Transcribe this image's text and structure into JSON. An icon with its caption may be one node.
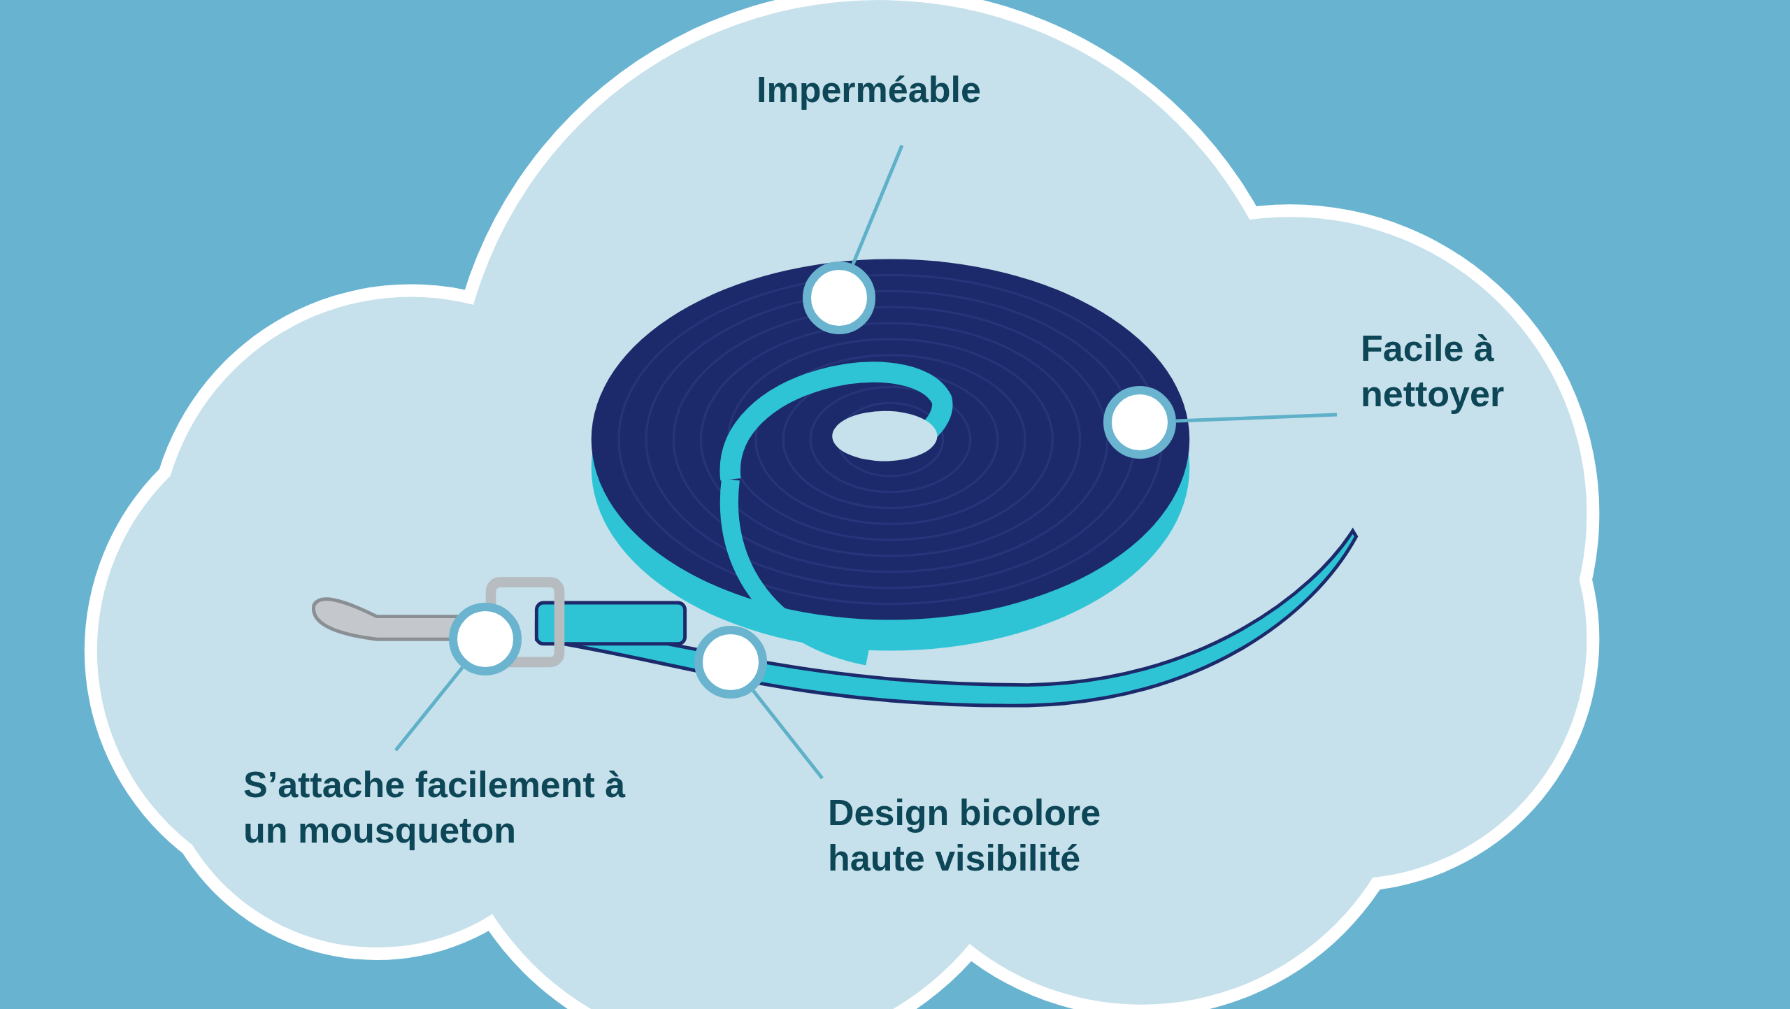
{
  "diagram": {
    "nodes": [
      {
        "text": [
          "Imperméable"
        ]
      },
      {
        "text": [],
        "shape": "circle"
      },
      {
        "text": [
          "Facile à nettoyer"
        ]
      },
      {
        "text": [],
        "shape": "circle"
      },
      {
        "text": [
          "S’attache facilement à un mousqueton"
        ]
      },
      {
        "text": [],
        "shape": "circle"
      },
      {
        "text": [
          "Design bicolore haute visibilité"
        ]
      },
      {
        "text": [],
        "shape": "circle"
      }
    ],
    "edges": [
      {
        "from": 0,
        "to": 1,
        "arrow": "none"
      },
      {
        "from": 2,
        "to": 3,
        "arrow": "none"
      },
      {
        "from": 4,
        "to": 5,
        "arrow": "none"
      },
      {
        "from": 6,
        "to": 7,
        "arrow": "none"
      }
    ]
  }
}
